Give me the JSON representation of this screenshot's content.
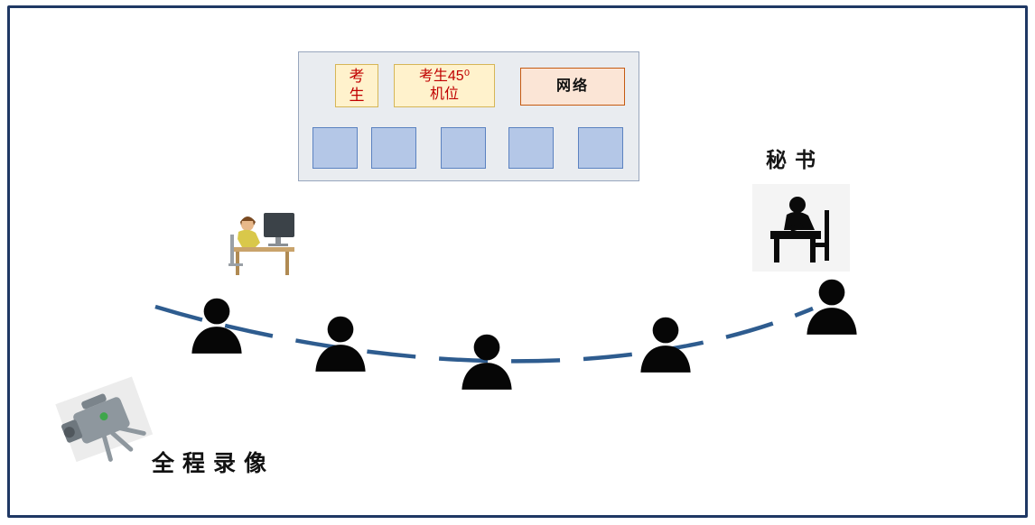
{
  "diagram": {
    "title_hint": "remote exam room layout",
    "panel": {
      "candidate_box": "考\n生",
      "candidate45_box": "考生45⁰\n机位",
      "network_box": "网络",
      "screen_count": 5
    },
    "secretary_label": "秘书",
    "recording_label": "全程录像",
    "committee_member_count": 5
  },
  "icons": {
    "camera": "video-camera-icon",
    "secretary": "secretary-at-desk-icon",
    "examiner": "examiner-at-computer-icon",
    "silhouette": "person-silhouette"
  },
  "colors": {
    "frame": "#1f3864",
    "panel-bg": "#e9ecf0",
    "panel-border": "#98a6bd",
    "cream": "#fff2cc",
    "cream-border": "#d6b656",
    "peach": "#fbe5d6",
    "peach-border": "#c55a11",
    "screen": "#b4c7e7",
    "screen-border": "#5b82c0",
    "line": "#2e5c8f",
    "text-red": "#c00000"
  }
}
